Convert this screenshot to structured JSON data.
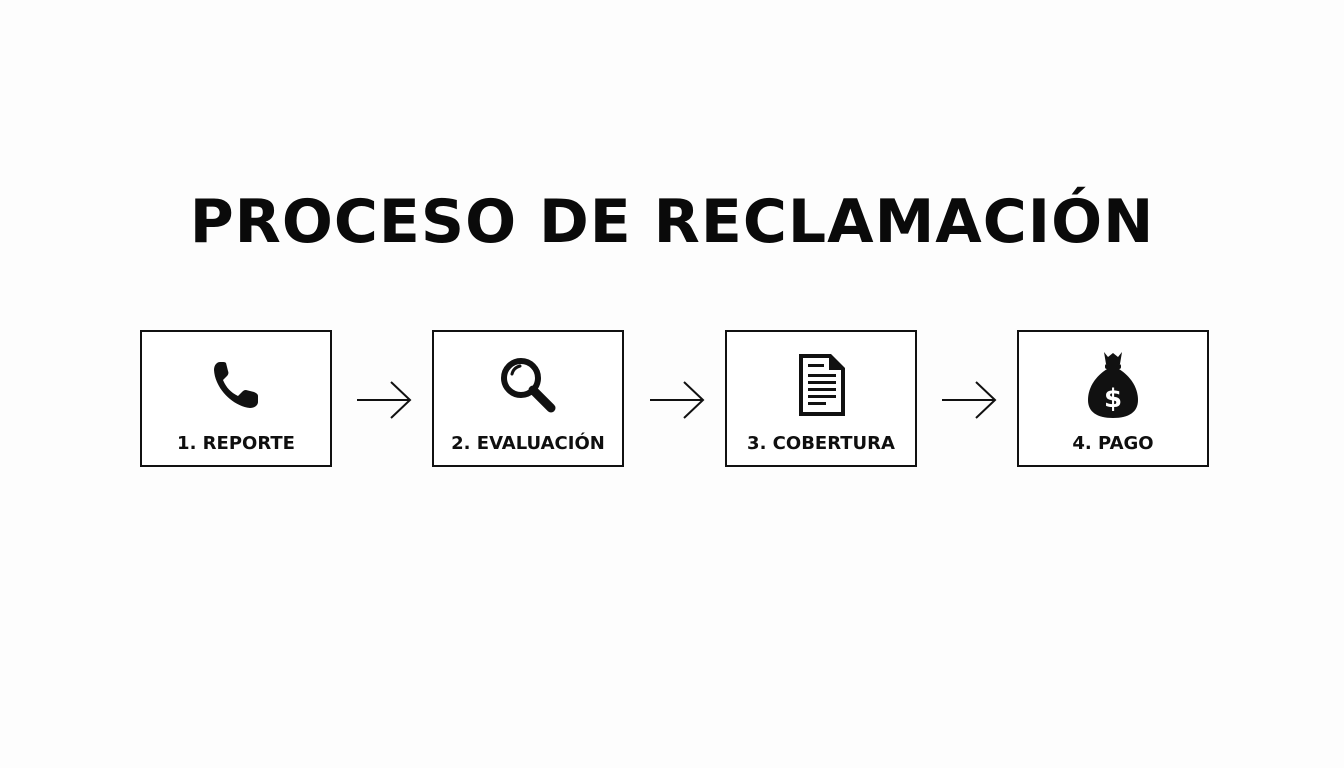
{
  "title": "PROCESO DE RECLAMACIÓN",
  "steps": [
    {
      "label": "1. REPORTE",
      "icon": "phone-icon"
    },
    {
      "label": "2. EVALUACIÓN",
      "icon": "magnifier-icon"
    },
    {
      "label": "3. COBERTURA",
      "icon": "document-icon"
    },
    {
      "label": "4. PAGO",
      "icon": "money-bag-icon"
    }
  ],
  "money_symbol": "$",
  "colors": {
    "background": "#fdfdfd",
    "ink": "#111111",
    "box_fill": "#ffffff"
  }
}
